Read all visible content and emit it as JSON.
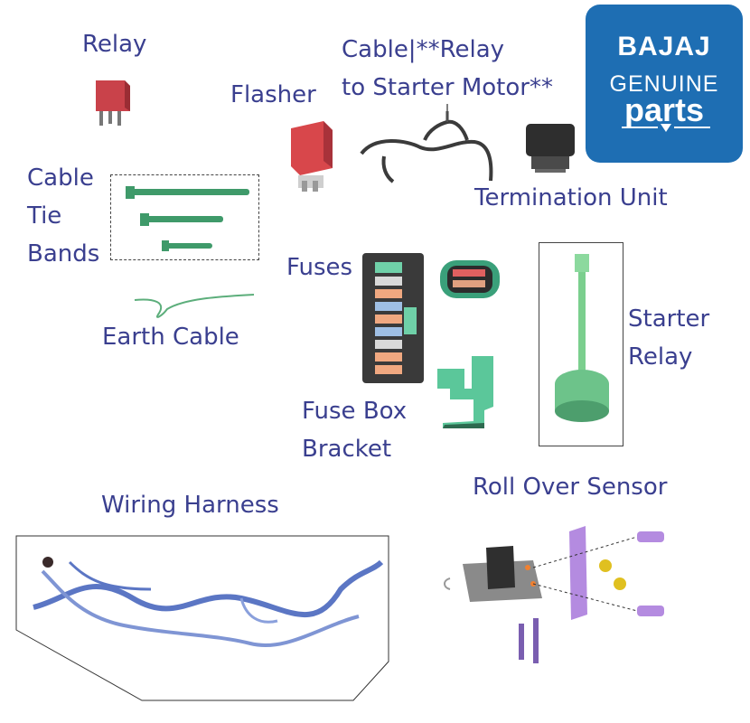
{
  "brand": {
    "name": "BAJAJ",
    "line1": "GENUINE",
    "line2": "parts",
    "color": "#1e6eb3"
  },
  "labels": {
    "relay": "Relay",
    "flasher": "Flasher",
    "cable_relay": "Cable|**Relay\nto Starter Motor**",
    "termination_unit": "Termination Unit",
    "cable_tie_bands": "Cable\nTie\nBands",
    "earth_cable": "Earth Cable",
    "fuses": "Fuses",
    "fuse_box_bracket": "Fuse Box\nBracket",
    "starter_relay": "Starter\nRelay",
    "wiring_harness": "Wiring Harness",
    "roll_over_sensor": "Roll Over Sensor"
  },
  "colors": {
    "label": "#3a3f8f",
    "relay_red": "#d0454a",
    "part_green": "#4fc08a",
    "harness_blue": "#5b76c4",
    "sensor_purple": "#a884d4"
  }
}
